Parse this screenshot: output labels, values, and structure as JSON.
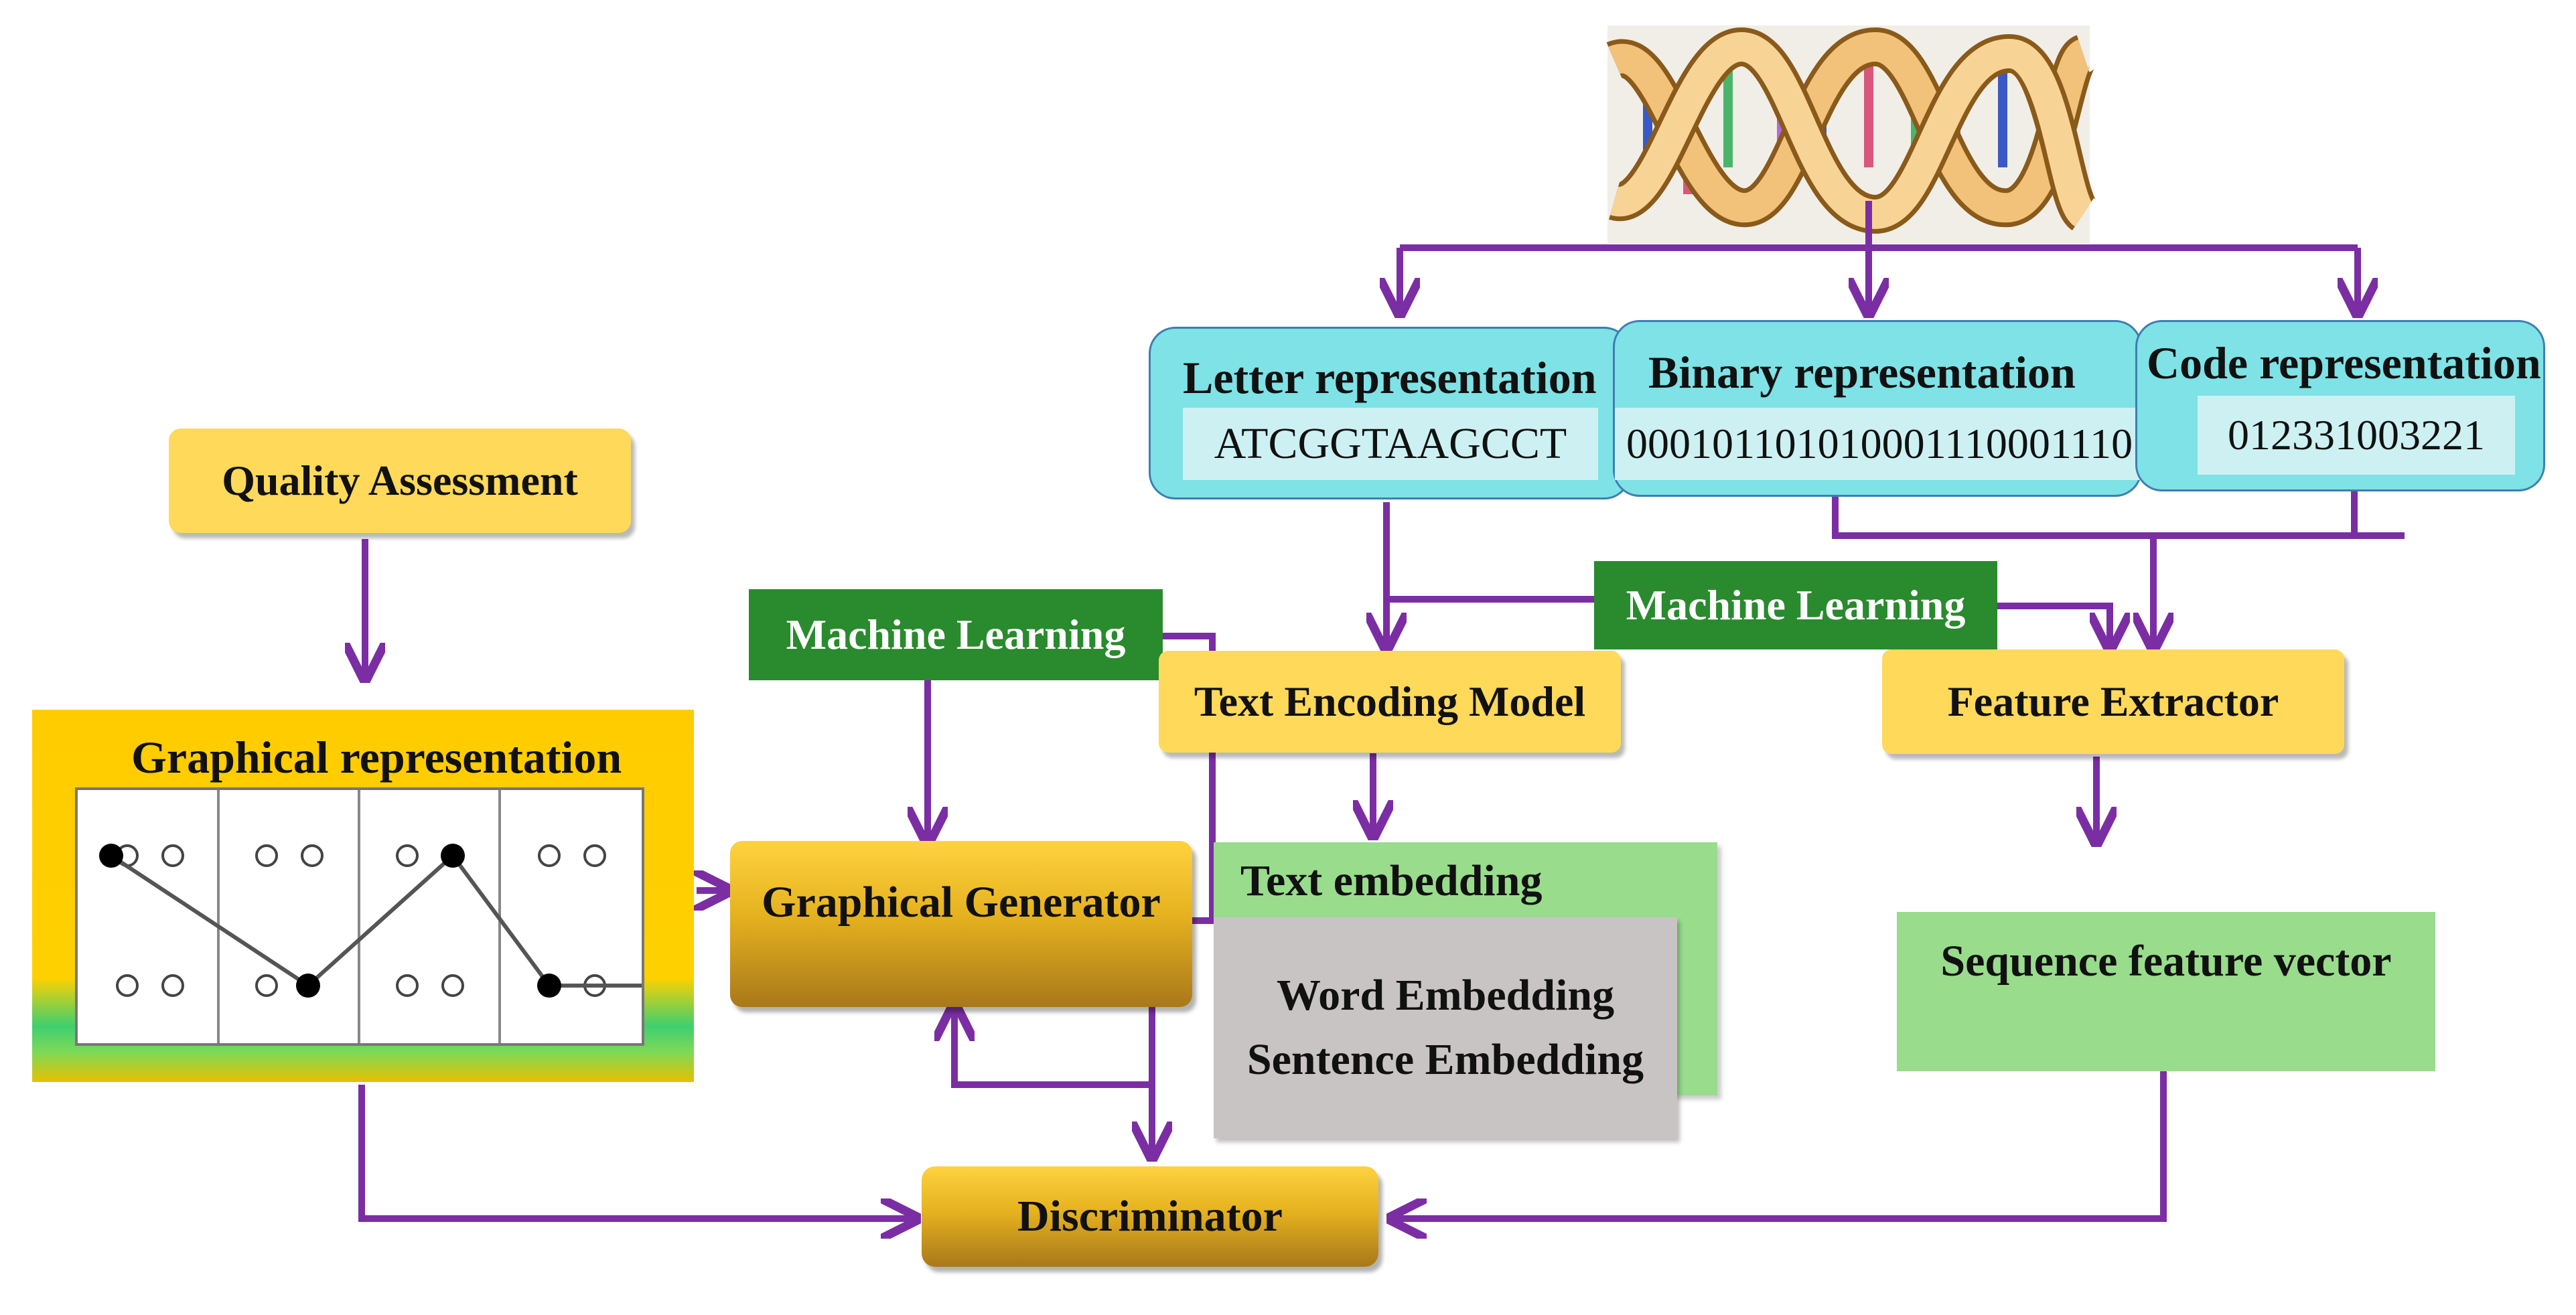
{
  "nodes": {
    "quality_assessment": "Quality Assessment",
    "graphical_representation": "Graphical representation",
    "machine_learning_left": "Machine Learning",
    "graphical_generator": "Graphical Generator",
    "text_encoding_model": "Text Encoding Model",
    "machine_learning_center": "Machine Learning",
    "feature_extractor": "Feature Extractor",
    "text_embedding": "Text embedding",
    "word_embedding": "Word Embedding",
    "sentence_embedding": "Sentence Embedding",
    "sequence_feature_vector": "Sequence feature vector",
    "discriminator": "Discriminator"
  },
  "representations": {
    "letter": {
      "title": "Letter representation",
      "value": "ATCGGTAAGCCT"
    },
    "binary": {
      "title": "Binary representation",
      "value": "000101101010001110001110"
    },
    "code": {
      "title": "Code representation",
      "value": "012331003221"
    }
  },
  "graph_panel": {
    "columns": 4,
    "markers": "o"
  },
  "colors": {
    "arrow": "#7b2ea3",
    "node_yellow": "#ffd95a",
    "node_green_dark": "#2a8a2e",
    "node_green_light": "#98dc8c",
    "node_cyan": "#7ee2e6",
    "node_grey": "#c8c4c4"
  },
  "dna_icon": "dna-double-helix-icon"
}
